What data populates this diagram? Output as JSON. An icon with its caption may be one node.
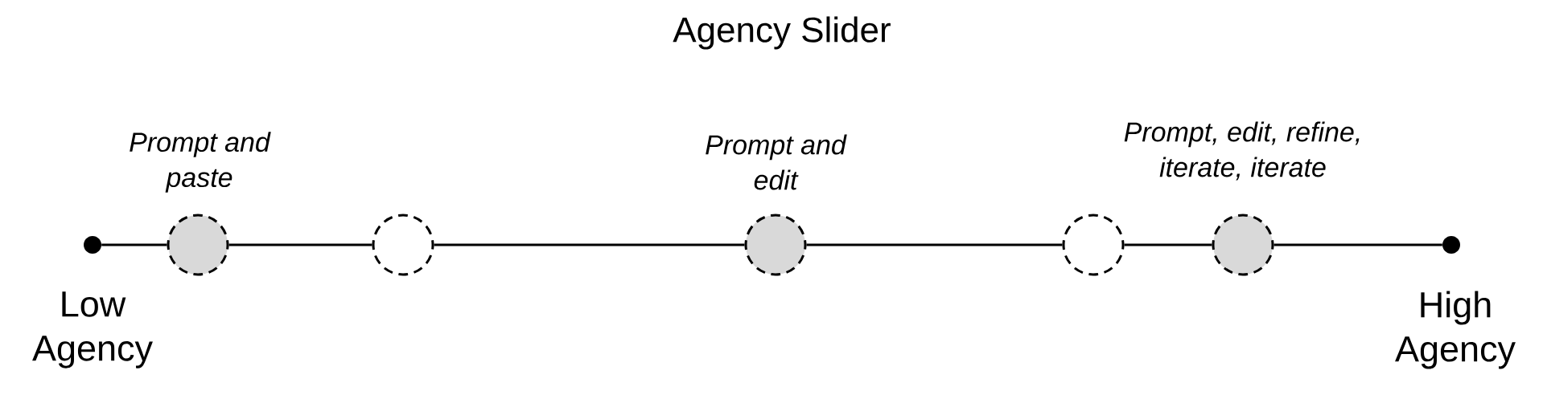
{
  "diagram": {
    "title": "Agency Slider",
    "nodes": [
      {
        "text": [],
        "shape": "dot",
        "beside": [
          "Low Agency"
        ]
      },
      {
        "text": [],
        "shape": "circle",
        "beside": [
          "Prompt and paste"
        ]
      },
      {
        "text": [],
        "shape": "circle"
      },
      {
        "text": [],
        "shape": "circle",
        "beside": [
          "Prompt and edit"
        ]
      },
      {
        "text": [],
        "shape": "circle"
      },
      {
        "text": [],
        "shape": "circle",
        "beside": [
          "Prompt, edit, refine, iterate, iterate"
        ]
      },
      {
        "text": [],
        "shape": "dot",
        "beside": [
          "High Agency"
        ]
      }
    ],
    "edges": [
      {
        "from": 0,
        "to": 1,
        "arrow": "none"
      },
      {
        "from": 1,
        "to": 2,
        "arrow": "none"
      },
      {
        "from": 2,
        "to": 3,
        "arrow": "none"
      },
      {
        "from": 3,
        "to": 4,
        "arrow": "none"
      },
      {
        "from": 4,
        "to": 5,
        "arrow": "none"
      },
      {
        "from": 5,
        "to": 6,
        "arrow": "none"
      }
    ]
  }
}
